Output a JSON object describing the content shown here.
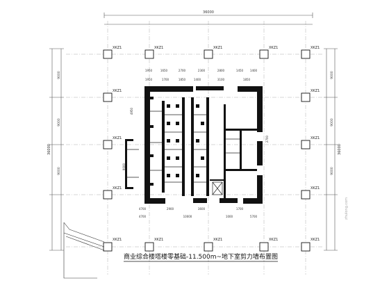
{
  "title_text": "商业综合楼塔楼零基础-11.500m~地下室剪力墙布置图",
  "dimensions": {
    "top_overall": "36000",
    "left_overall": "36000",
    "right_overall": "36000",
    "left_spans": [
      "9000",
      "9000",
      "9000"
    ],
    "right_spans": [
      "9000",
      "9000",
      "9000"
    ],
    "core_top": [
      "1950",
      "1650",
      "2700",
      "2300",
      "2800",
      "1450",
      "1400"
    ],
    "core_top_2": [
      "1950",
      "1700",
      "1850",
      "1400",
      "3100",
      "1850"
    ],
    "core_bottom": [
      "4700",
      "2900",
      "3600",
      "1700"
    ],
    "core_bottom_2": [
      "4700",
      "10000",
      "1000",
      "5700"
    ],
    "core_left": [
      "4950",
      "9000"
    ],
    "right_note": "2700"
  },
  "column_label": "XKZ1",
  "watermark": "zhulong.com"
}
